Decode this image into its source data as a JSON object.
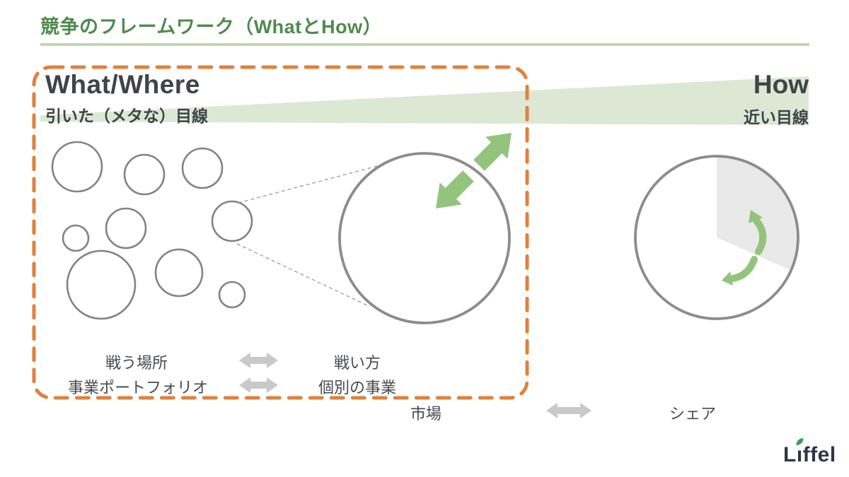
{
  "header": {
    "title": "競争のフレームワーク（WhatとHow）"
  },
  "what_where": {
    "heading": "What/Where",
    "subheading": "引いた（メタな）目線"
  },
  "how": {
    "heading": "How",
    "subheading": "近い目線"
  },
  "rows": [
    {
      "left": "戦う場所",
      "right": "戦い方"
    },
    {
      "left": "事業ポートフォリオ",
      "right": "個別の事業"
    },
    {
      "left": "市場",
      "right": "シェア"
    }
  ],
  "logo": {
    "l": "L",
    "i": "ı",
    "rest": "ffel"
  },
  "colors": {
    "title_green": "#4e8a4e",
    "underline_green": "#bed7ac",
    "wedge_green": "#dce8d3",
    "arrow_green": "#93c47d",
    "frame_orange": "#e0813e",
    "compare_arrow_gray": "#c9c9c9",
    "slice_gray": "#e9e9e9",
    "circle_stroke_gray": "#8c8c8c",
    "text_dark": "#3e4449",
    "logo_navy": "#2b3648",
    "leaf_green": "#3f9e4f"
  },
  "icons": {
    "expand": "diagonal-double-arrow-icon",
    "rotate": "curved-rotation-arrows-icon",
    "compare": "horizontal-double-arrow-icon",
    "leaf": "leaf-icon"
  }
}
